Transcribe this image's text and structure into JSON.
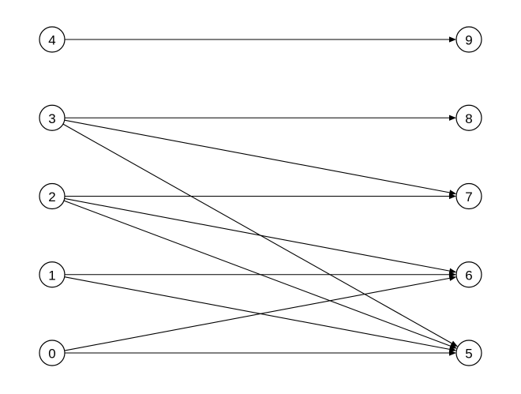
{
  "diagram": {
    "type": "bipartite-directed-graph",
    "left_nodes": [
      "4",
      "3",
      "2",
      "1",
      "0"
    ],
    "right_nodes": [
      "9",
      "8",
      "7",
      "6",
      "5"
    ],
    "edges": [
      {
        "from": "4",
        "to": "9"
      },
      {
        "from": "3",
        "to": "8"
      },
      {
        "from": "3",
        "to": "7"
      },
      {
        "from": "3",
        "to": "5"
      },
      {
        "from": "2",
        "to": "7"
      },
      {
        "from": "2",
        "to": "6"
      },
      {
        "from": "2",
        "to": "5"
      },
      {
        "from": "1",
        "to": "6"
      },
      {
        "from": "1",
        "to": "5"
      },
      {
        "from": "0",
        "to": "6"
      },
      {
        "from": "0",
        "to": "5"
      }
    ],
    "colors": {
      "stroke": "#000000",
      "fill": "#ffffff",
      "text": "#000000"
    }
  }
}
